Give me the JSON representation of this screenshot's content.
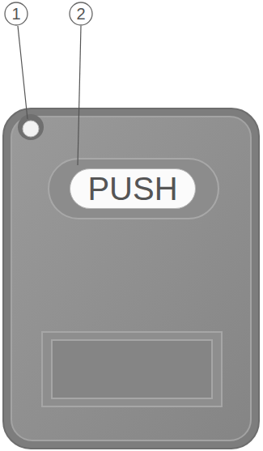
{
  "diagram": {
    "nodes": [
      {
        "text": [
          "PUSH"
        ]
      }
    ],
    "labels": [
      "1",
      "2"
    ]
  }
}
